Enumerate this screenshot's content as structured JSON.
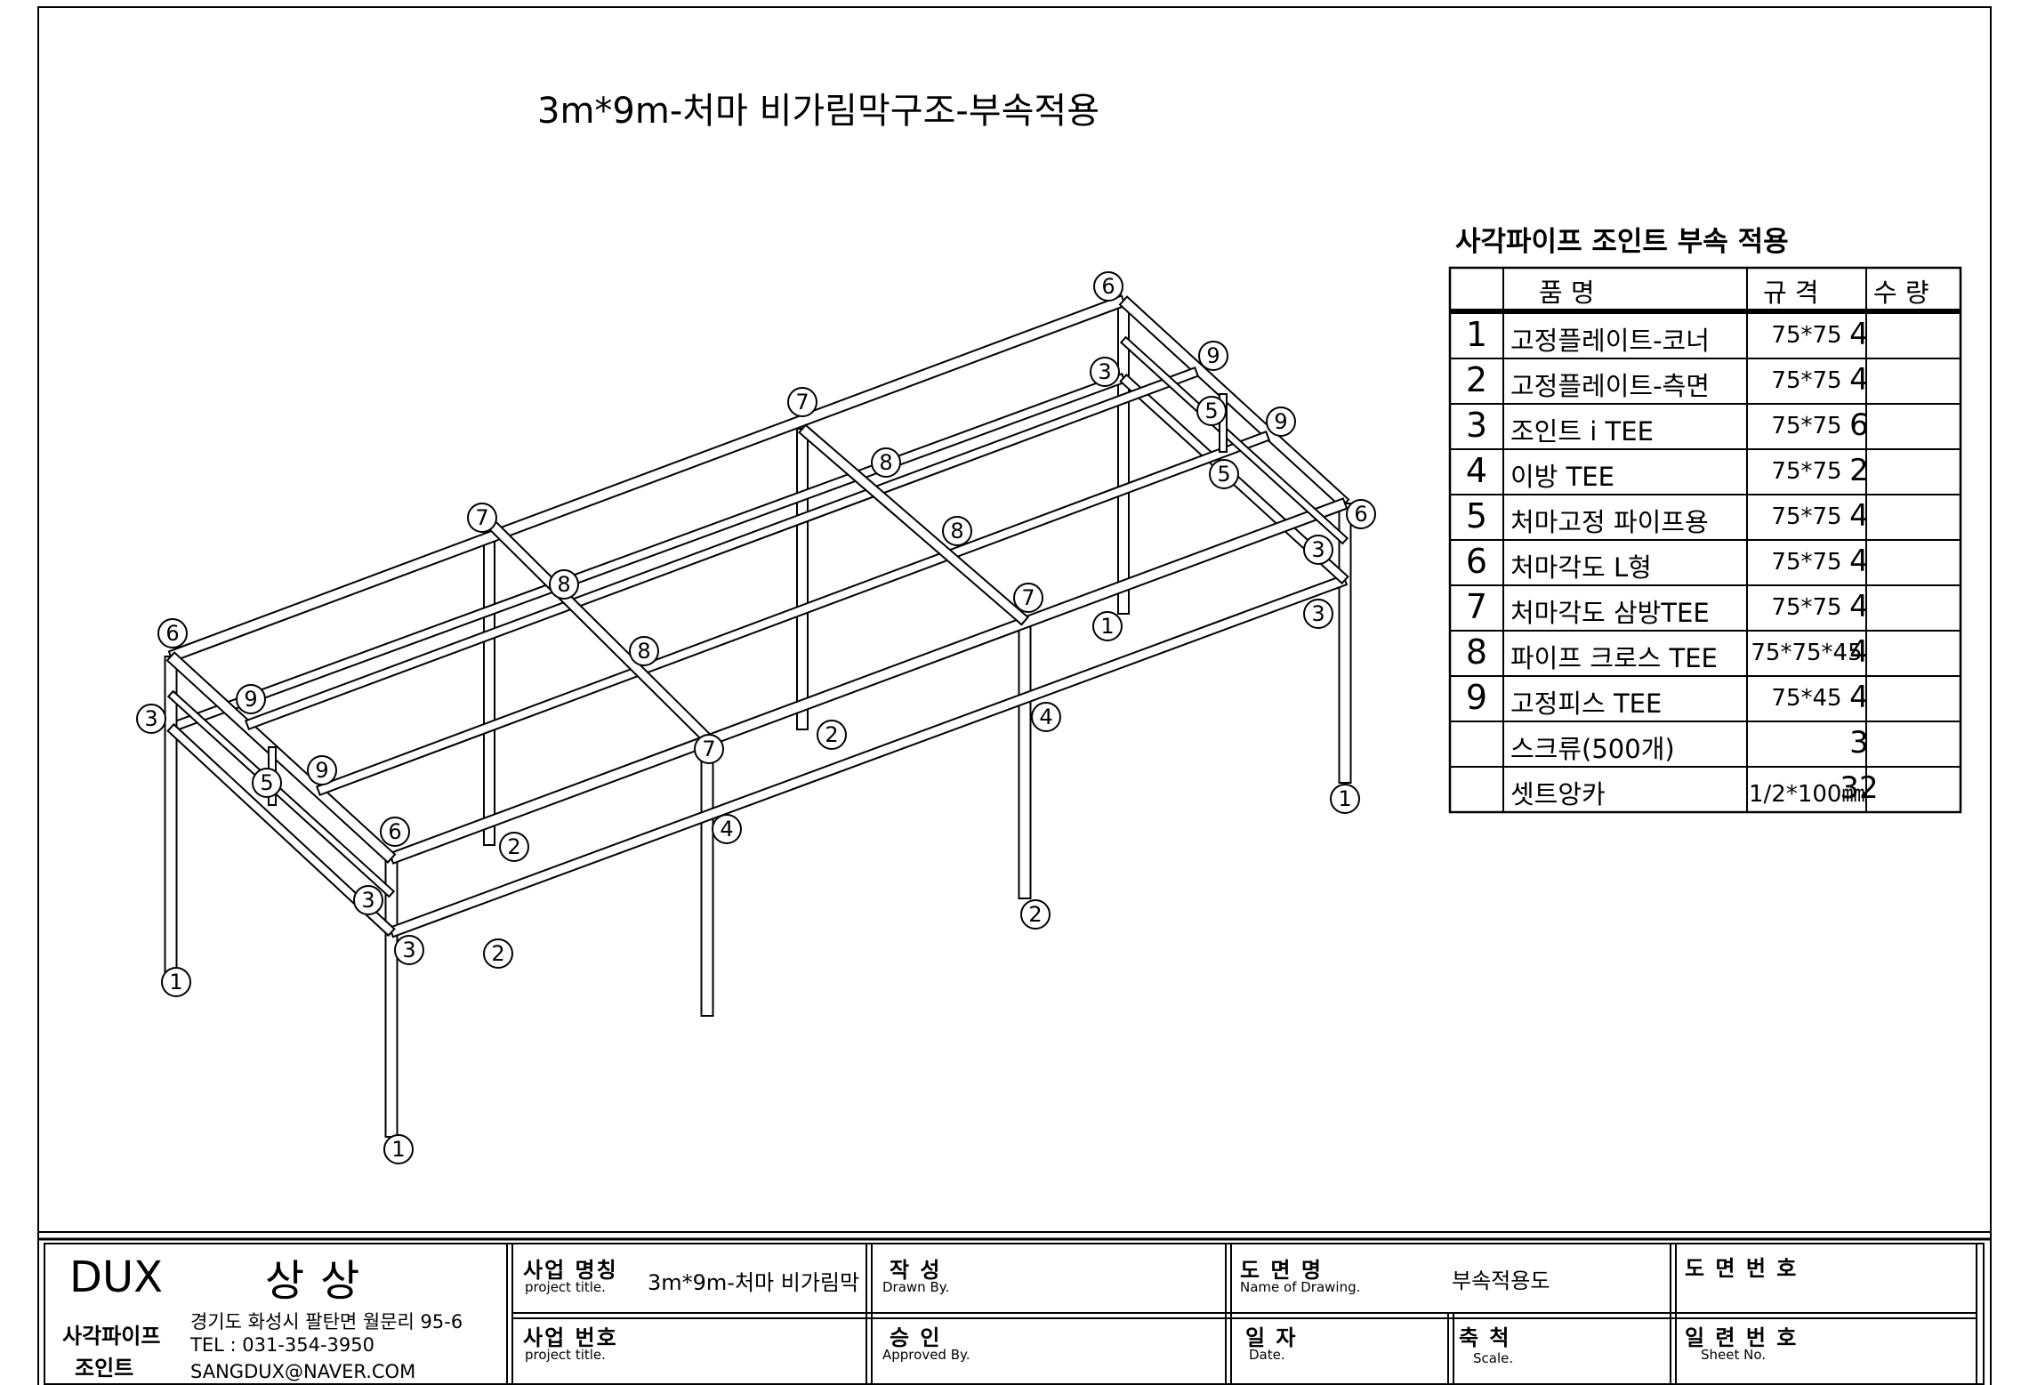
{
  "drawing_title": "3m*9m-처마 비가림막구조-부속적용",
  "bom": {
    "title": "사각파이프 조인트 부속 적용",
    "header": {
      "name": "품          명",
      "spec": "규    격",
      "qty": "수  량"
    },
    "rows": [
      {
        "no": "1",
        "name": "고정플레이트-코너",
        "spec": "75*75",
        "qty": "4"
      },
      {
        "no": "2",
        "name": "고정플레이트-측면",
        "spec": "75*75",
        "qty": "4"
      },
      {
        "no": "3",
        "name": "조인트 i TEE",
        "spec": "75*75",
        "qty": "6"
      },
      {
        "no": "4",
        "name": "이방 TEE",
        "spec": "75*75",
        "qty": "2"
      },
      {
        "no": "5",
        "name": "처마고정 파이프용",
        "spec": "75*75",
        "qty": "4"
      },
      {
        "no": "6",
        "name": "처마각도 L형",
        "spec": "75*75",
        "qty": "4"
      },
      {
        "no": "7",
        "name": "처마각도 삼방TEE",
        "spec": "75*75",
        "qty": "4"
      },
      {
        "no": "8",
        "name": "파이프 크로스 TEE",
        "spec": "75*75*45",
        "qty": "4"
      },
      {
        "no": "9",
        "name": "고정피스 TEE",
        "spec": "75*45",
        "qty": "4"
      },
      {
        "no": "",
        "name": "스크류(500개)",
        "spec": "",
        "qty": "3"
      },
      {
        "no": "",
        "name": "셋트앙카",
        "spec": "1/2*100㎜",
        "qty": "32"
      }
    ]
  },
  "callouts": [
    "1",
    "2",
    "3",
    "4",
    "5",
    "6",
    "7",
    "8",
    "9"
  ],
  "title_block": {
    "logo": "DUX",
    "company": "상상",
    "tagline_1": "사각파이프",
    "tagline_2": "조인트",
    "address": "경기도 화성시 팔탄면 월문리 95-6",
    "tel": "TEL : 031-354-3950",
    "email": "SANGDUX@NAVER.COM",
    "project_name_label": "사업 명칭",
    "project_name_label_en": "project title.",
    "project_name_value": "3m*9m-처마 비가림막",
    "project_no_label": "사업 번호",
    "project_no_label_en": "project title.",
    "drawn_label": "작    성",
    "drawn_label_en": "Drawn By.",
    "approved_label": "승    인",
    "approved_label_en": "Approved By.",
    "drawing_name_label": "도  면  명",
    "drawing_name_label_en": "Name of Drawing.",
    "drawing_name_value": "부속적용도",
    "date_label": "일  자",
    "date_label_en": "Date.",
    "scale_label": "축  척",
    "scale_label_en": "Scale.",
    "drawing_no_label": "도 면 번 호",
    "sheet_no_label": "일 련 번 호",
    "sheet_no_label_en": "Sheet No."
  }
}
